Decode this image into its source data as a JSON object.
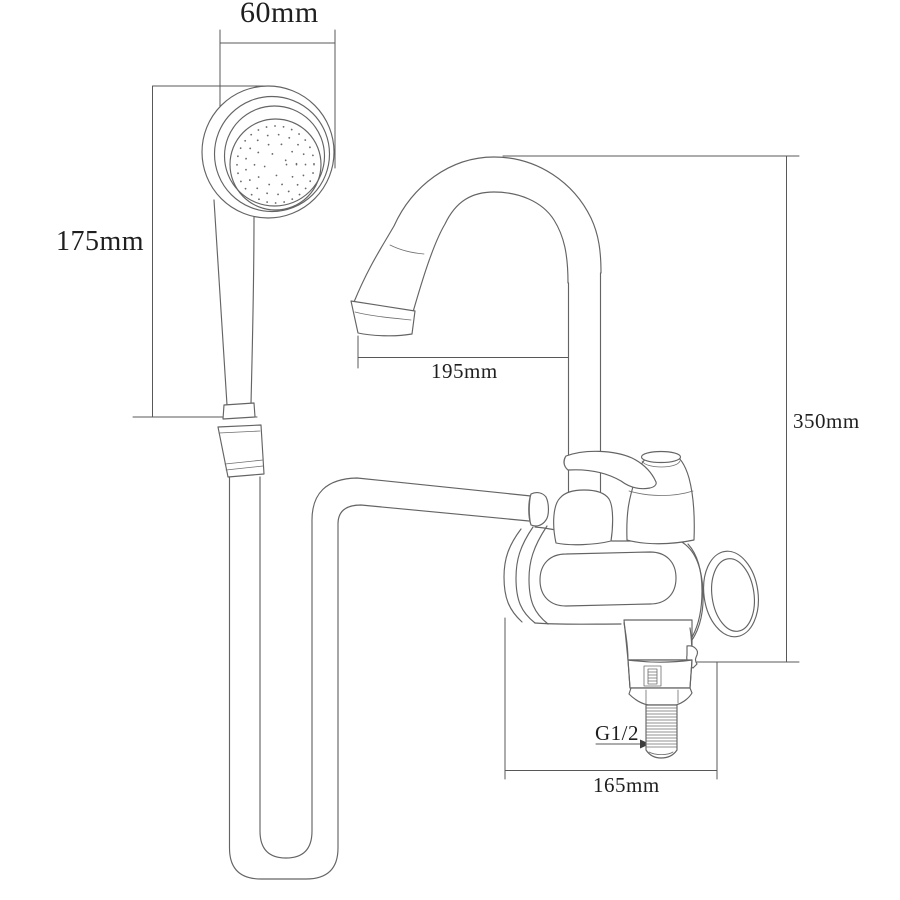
{
  "page": {
    "background": "#ffffff",
    "description": "Technical dimension line drawing of an instant-heating kitchen faucet with hand shower"
  },
  "drawing": {
    "stroke_color": "#646464",
    "text_color": "#1f1f1f",
    "annotations": {
      "shower_head_width": "60mm",
      "shower_handle_length": "175mm",
      "spout_reach": "195mm",
      "overall_height": "350mm",
      "inlet_thread": "G1/2",
      "body_span": "165mm"
    }
  }
}
